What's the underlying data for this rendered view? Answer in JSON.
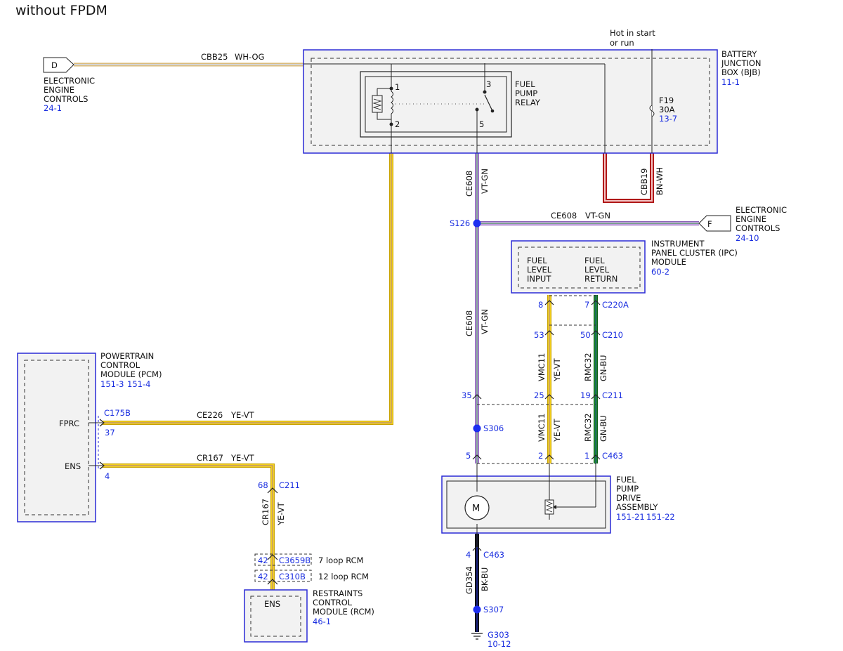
{
  "header": {
    "title": "without FPDM"
  },
  "colors": {
    "module_border": "#2b2bd6",
    "module_fill": "#f2f2f2",
    "ref_text": "#1a2ee0",
    "wire_ye": "#f2cf1d",
    "wire_vt": "#a072c8",
    "wire_gn": "#1f8a2a",
    "wire_bn": "#b01818",
    "wire_bk": "#111111",
    "wire_bu": "#1d2dcc",
    "splice_dot": "#1d2ef0"
  },
  "connectors": {
    "d": {
      "letter": "D",
      "lines": [
        "ELECTRONIC",
        "ENGINE",
        "CONTROLS"
      ],
      "ref": "24-1"
    },
    "f": {
      "letter": "F",
      "lines": [
        "ELECTRONIC",
        "ENGINE",
        "CONTROLS"
      ],
      "ref": "24-10"
    }
  },
  "bjb": {
    "lines": [
      "BATTERY",
      "JUNCTION",
      "BOX (BJB)"
    ],
    "ref": "11-1",
    "hot_note": [
      "Hot in start",
      "or run"
    ],
    "relay": {
      "lines": [
        "FUEL",
        "PUMP",
        "RELAY"
      ],
      "pins": [
        "1",
        "2",
        "3",
        "5"
      ]
    },
    "fuse": {
      "name": "F19",
      "rating": "30A",
      "ref": "13-7"
    }
  },
  "pcm": {
    "lines": [
      "POWERTRAIN",
      "CONTROL",
      "MODULE (PCM)"
    ],
    "refs": [
      "151-3",
      "151-4"
    ],
    "pin_fprc": "FPRC",
    "pin_ens": "ENS",
    "connector": "C175B",
    "pin_fprc_no": "37",
    "pin_ens_no": "4"
  },
  "ipc": {
    "lines": [
      "INSTRUMENT",
      "PANEL CLUSTER (IPC)",
      "MODULE"
    ],
    "ref": "60-2",
    "input": [
      "FUEL",
      "LEVEL",
      "INPUT"
    ],
    "return": [
      "FUEL",
      "LEVEL",
      "RETURN"
    ]
  },
  "rcm": {
    "lines": [
      "RESTRAINTS",
      "CONTROL",
      "MODULE (RCM)"
    ],
    "ref": "46-1",
    "pin": "ENS",
    "c3659b": {
      "pin": "42",
      "name": "C3659B",
      "note": "7 loop RCM"
    },
    "c310b": {
      "pin": "42",
      "name": "C310B",
      "note": "12 loop RCM"
    }
  },
  "pump": {
    "lines": [
      "FUEL",
      "PUMP",
      "DRIVE",
      "ASSEMBLY"
    ],
    "refs": [
      "151-21",
      "151-22"
    ],
    "motor": "M"
  },
  "wires": {
    "cbb25": {
      "circuit": "CBB25",
      "color": "WH-OG"
    },
    "ce226": {
      "circuit": "CE226",
      "color": "YE-VT"
    },
    "cr167_h": {
      "circuit": "CR167",
      "color": "YE-VT"
    },
    "cr167_v": {
      "circuit": "CR167",
      "color": "YE-VT"
    },
    "ce608_top": {
      "circuit": "CE608",
      "color": "VT-GN"
    },
    "ce608_h": {
      "circuit": "CE608",
      "color": "VT-GN"
    },
    "ce608_mid": {
      "circuit": "CE608",
      "color": "VT-GN"
    },
    "cbb19": {
      "circuit": "CBB19",
      "color": "BN-WH"
    },
    "vmc11_a": {
      "circuit": "VMC11",
      "color": "YE-VT"
    },
    "vmc11_b": {
      "circuit": "VMC11",
      "color": "YE-VT"
    },
    "rmc32_a": {
      "circuit": "RMC32",
      "color": "GN-BU"
    },
    "rmc32_b": {
      "circuit": "RMC32",
      "color": "GN-BU"
    },
    "gd354": {
      "circuit": "GD354",
      "color": "BK-BU"
    }
  },
  "splices": {
    "s126": "S126",
    "s306": "S306",
    "s307": "S307"
  },
  "ground": {
    "name": "G303",
    "ref": "10-12"
  },
  "pins": {
    "c220a": {
      "name": "C220A",
      "left": "8",
      "right": "7"
    },
    "c210": {
      "name": "C210",
      "left": "53",
      "right": "50"
    },
    "c211_main": {
      "name": "C211",
      "p1": "35",
      "p2": "25",
      "p3": "19"
    },
    "c211_rcm": {
      "name": "C211",
      "pin": "68"
    },
    "c463_top": {
      "name": "C463",
      "p1": "5",
      "p2": "2",
      "p3": "1"
    },
    "c463_bot": {
      "name": "C463",
      "pin": "4"
    }
  }
}
